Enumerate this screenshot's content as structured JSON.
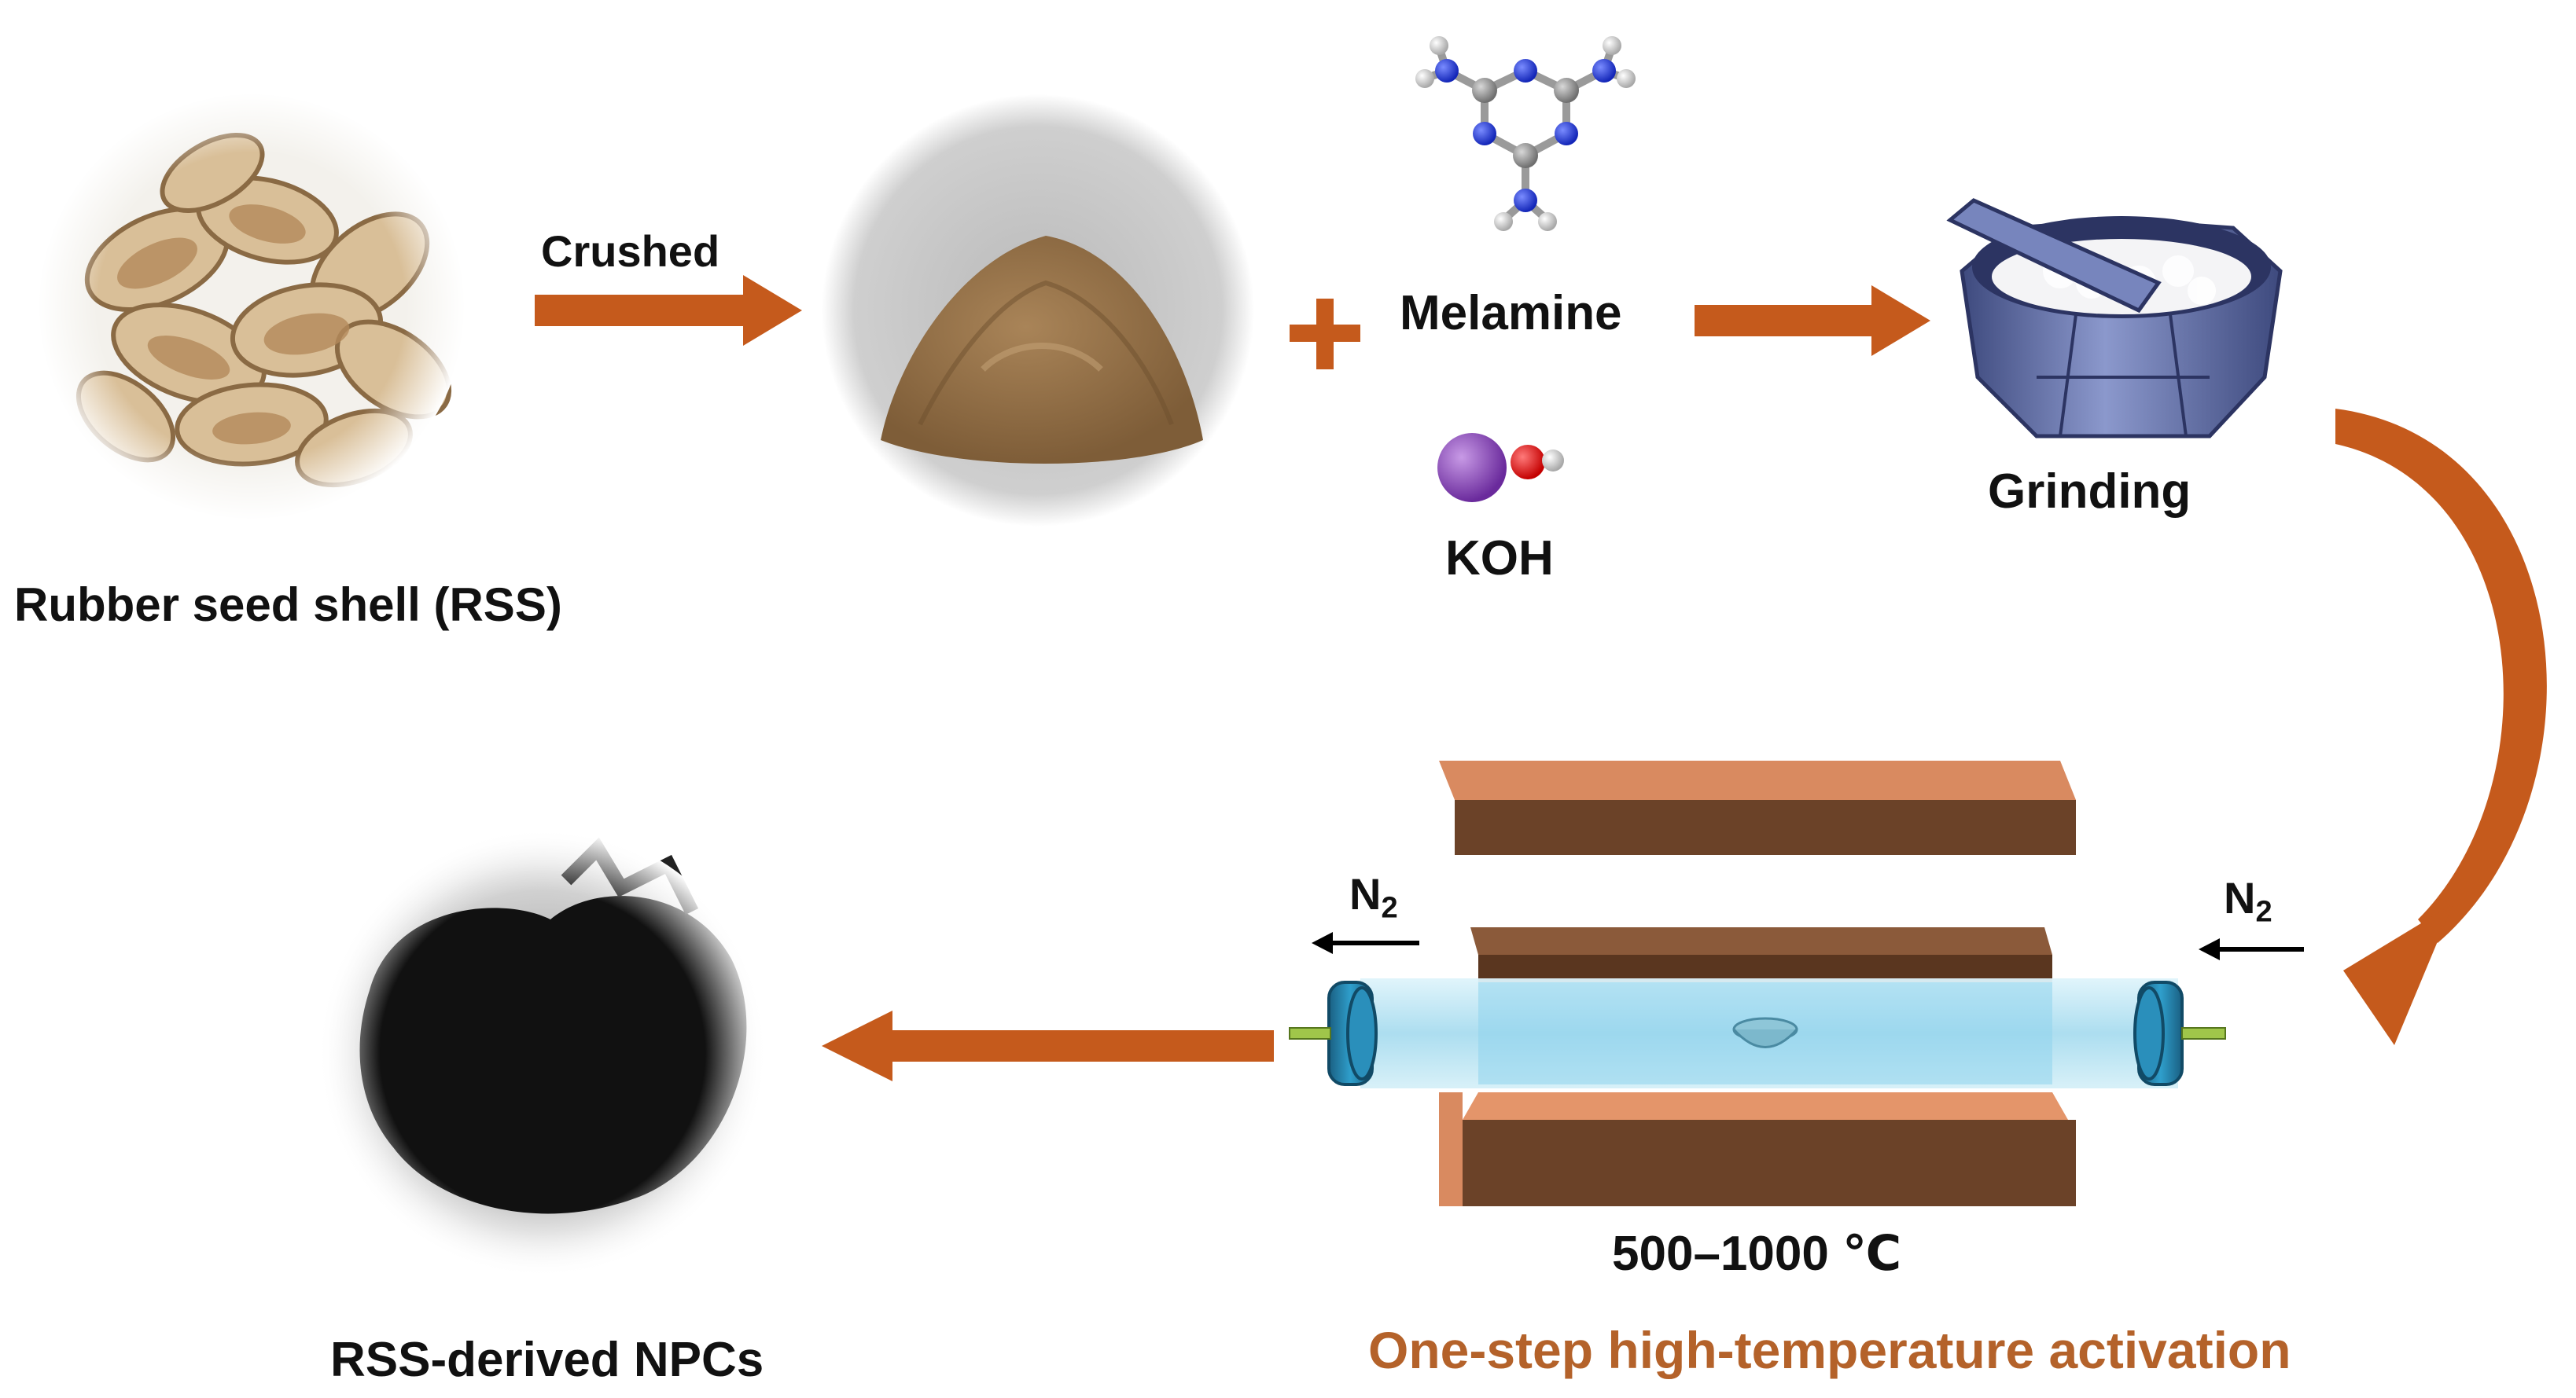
{
  "labels": {
    "rss": "Rubber seed shell (RSS)",
    "crushed": "Crushed",
    "melamine": "Melamine",
    "koh": "KOH",
    "grinding": "Grinding",
    "n2_base": "N",
    "n2_sub": "2",
    "temperature": "500–1000 ℃",
    "activation": "One-step high-temperature activation",
    "product": "RSS-derived NPCs"
  },
  "colors": {
    "arrow": "#c55a1c",
    "activation_text": "#b4622a",
    "furnace_top": "#d4835a",
    "furnace_side": "#6b4228",
    "tube": "#b8e6f5",
    "end_cap": "#1f7fa8",
    "mortar": "#5f6fa8",
    "shell": "#d9bf98",
    "powder": "#9c7a4f",
    "carbon": "#111111"
  }
}
